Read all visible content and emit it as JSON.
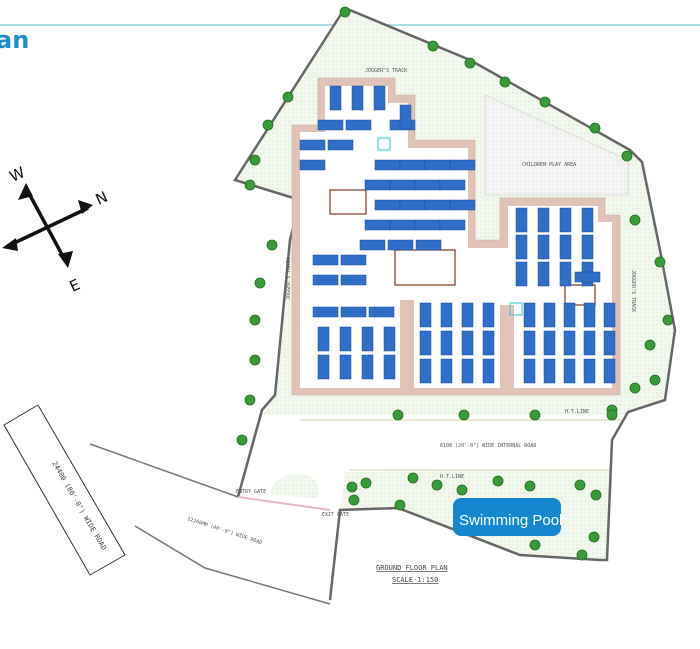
{
  "header": {
    "title_fragment": "an"
  },
  "compass": {
    "w": "W",
    "n": "N",
    "e": "E"
  },
  "plan": {
    "joggers_track_top": "JOGGER'S TRACK",
    "joggers_track_left": "JOGGER'S TRACK",
    "joggers_track_right": "JOGGER'S TRACK",
    "children_play_area": "CHILDREN PLAY AREA",
    "ht_line_1": "H.T.LINE",
    "ht_line_2": "H.T.LINE",
    "internal_road": "6100 (20'-0\") WIDE INTERNAL ROAD",
    "main_road": "24400 (80'-0\") WIDE ROAD",
    "side_road": "12200MM (40'-0\") WIDE ROAD",
    "entry_gate": "ENTRY GATE",
    "exit_gate": "EXIT GATE",
    "swimming_pool": "Swimming Pool",
    "plan_title": "GROUND FLOOR PLAN",
    "scale": "SCALE-1:150"
  },
  "colors": {
    "accent": "#1c8fd3",
    "parking": "#2f6fc9",
    "building": "#e0c3b6",
    "trees": "#3a9a3a",
    "pool": "#1586d0"
  }
}
